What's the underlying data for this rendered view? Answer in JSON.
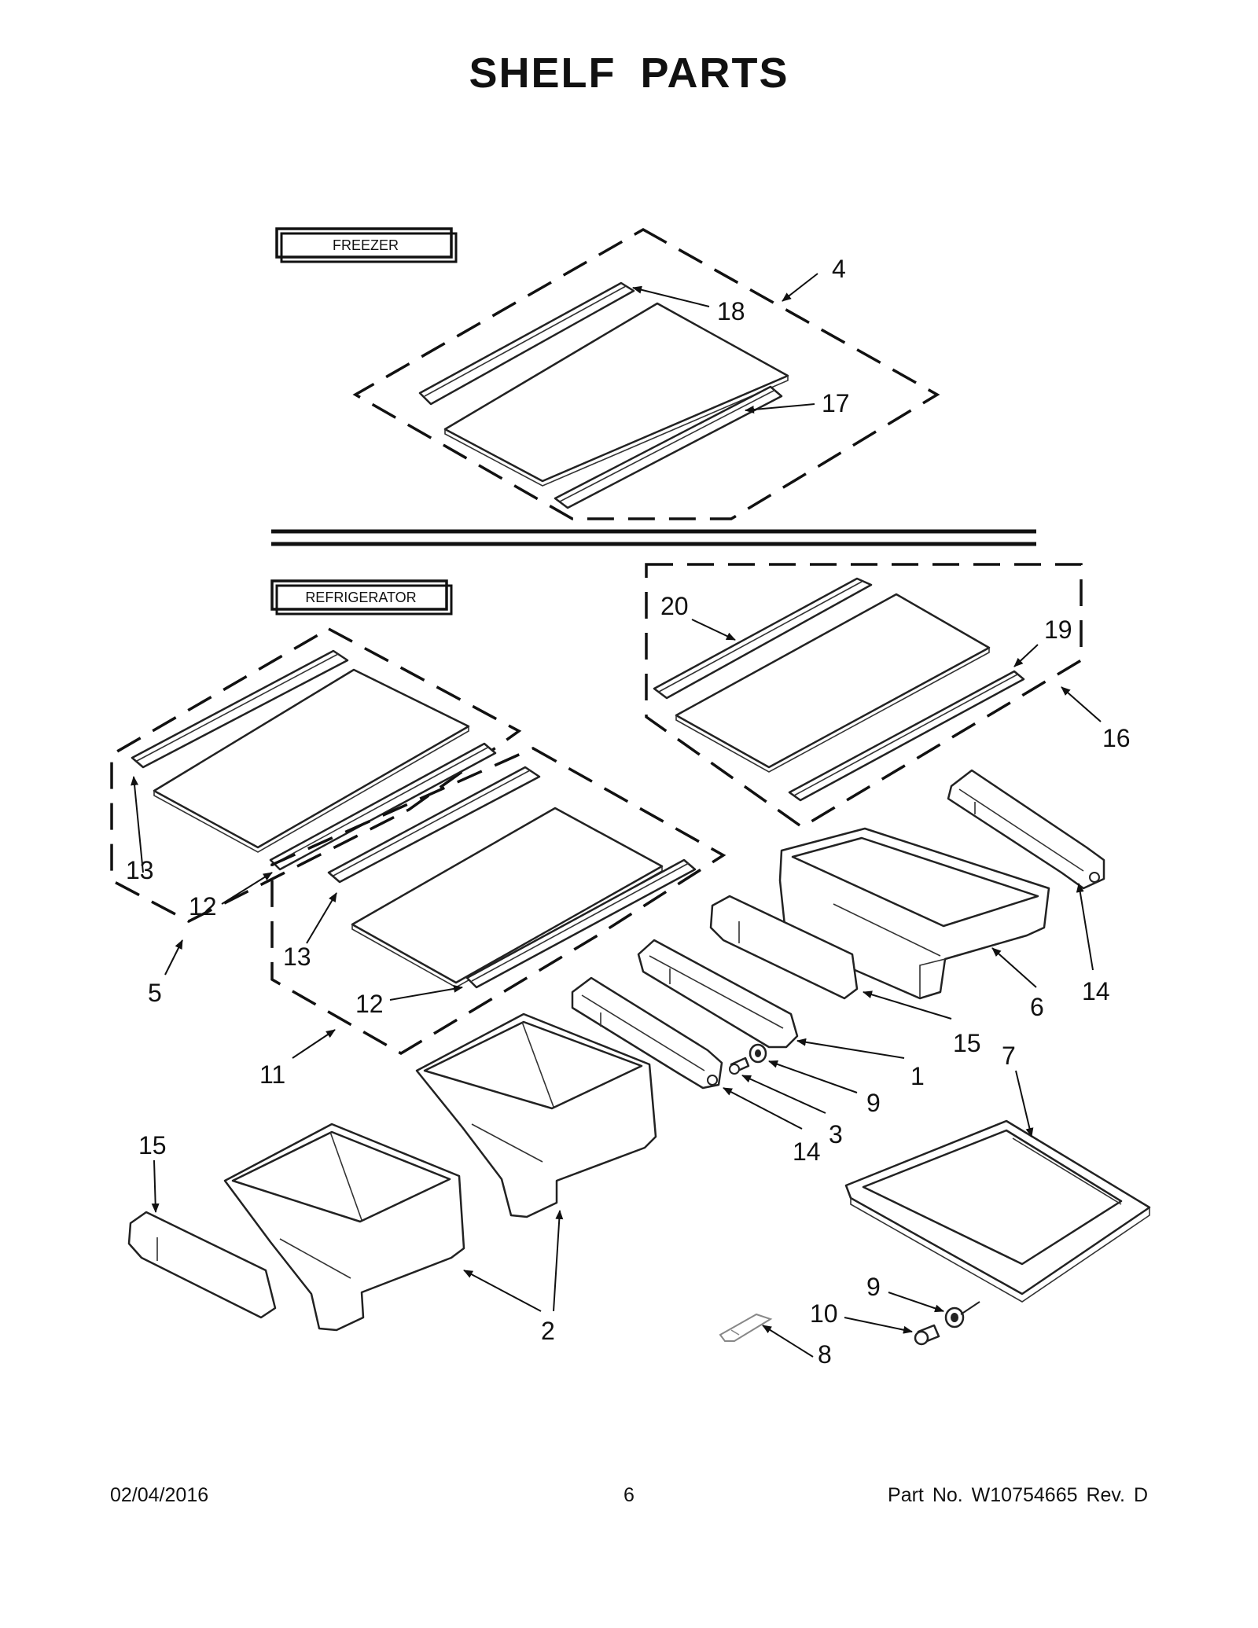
{
  "title": "SHELF PARTS",
  "sections": {
    "freezer": "FREEZER",
    "refrigerator": "REFRIGERATOR"
  },
  "callouts": {
    "c4": "4",
    "c18": "18",
    "c17": "17",
    "c20": "20",
    "c19": "19",
    "c16": "16",
    "c13a": "13",
    "c12a": "12",
    "c5": "5",
    "c13b": "13",
    "c12b": "12",
    "c11": "11",
    "c14a": "14",
    "c6": "6",
    "c15a": "15",
    "c1": "1",
    "c9a": "9",
    "c3": "3",
    "c14b": "14",
    "c7": "7",
    "c15b": "15",
    "c2": "2",
    "c9b": "9",
    "c10": "10",
    "c8": "8"
  },
  "footer": {
    "date": "02/04/2016",
    "page": "6",
    "part_no": "Part No.  W10754665  Rev.  D"
  }
}
